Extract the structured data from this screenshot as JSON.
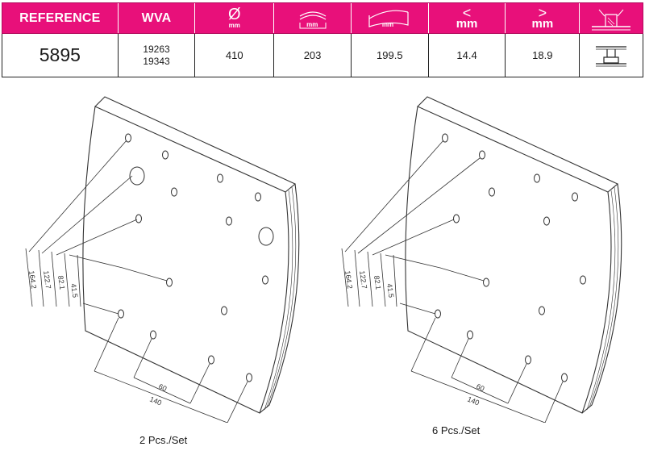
{
  "table": {
    "headers": {
      "reference": "REFERENCE",
      "wva": "WVA",
      "diameter_symbol": "Ø",
      "unit": "mm",
      "less_than": "<",
      "greater_than": ">"
    },
    "row": {
      "reference": "5895",
      "wva_1": "19263",
      "wva_2": "19343",
      "diameter": "410",
      "width": "203",
      "arc_length": "199.5",
      "min_thickness": "14.4",
      "max_thickness": "18.9"
    }
  },
  "drawings": [
    {
      "caption": "2 Pcs./Set",
      "dims": {
        "d1": "164.2",
        "d2": "122.7",
        "d3": "82.1",
        "d4": "41.5",
        "d5": "60",
        "d6": "140"
      }
    },
    {
      "caption": "6 Pcs./Set",
      "dims": {
        "d1": "164.2",
        "d2": "122.7",
        "d3": "82.1",
        "d4": "41.5",
        "d5": "60",
        "d6": "140"
      }
    }
  ],
  "colors": {
    "header_bg": "#e8107a",
    "line": "#333333"
  }
}
